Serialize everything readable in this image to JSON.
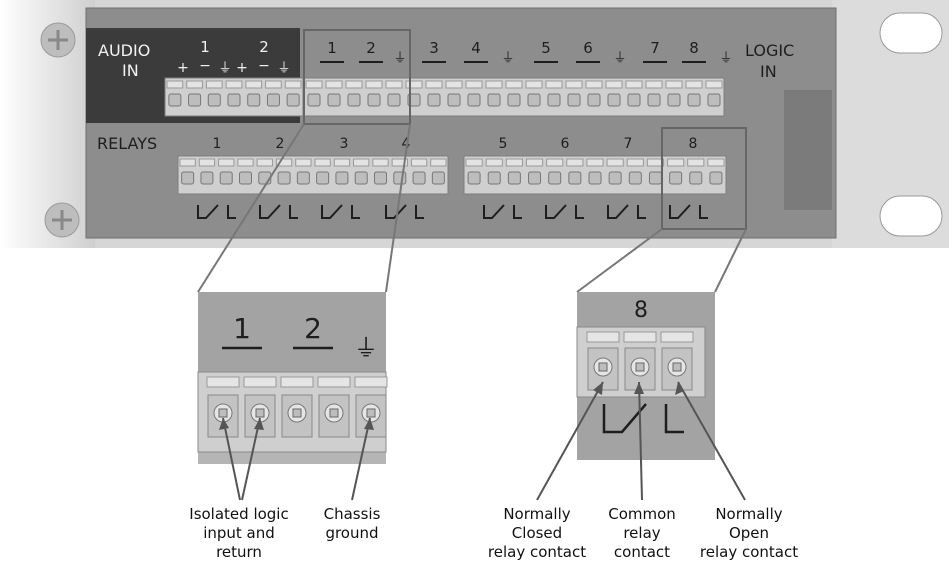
{
  "panel": {
    "audio_in_label": "AUDIO\nIN",
    "logic_in_label": "LOGIC\nIN",
    "relays_label": "RELAYS",
    "audio_channels": [
      {
        "num": "1",
        "plus": "+",
        "minus": "−",
        "gnd": "⏚"
      },
      {
        "num": "2",
        "plus": "+",
        "minus": "−",
        "gnd": "⏚"
      }
    ],
    "logic_channels": [
      "1",
      "2",
      "3",
      "4",
      "5",
      "6",
      "7",
      "8"
    ],
    "relay_numbers": [
      "1",
      "2",
      "3",
      "4",
      "5",
      "6",
      "7",
      "8"
    ],
    "ground_symbol": "⏚"
  },
  "zoom_logic": {
    "numbers": [
      "1",
      "2"
    ],
    "ground_symbol": "⏚"
  },
  "zoom_relay": {
    "number": "8"
  },
  "callouts": {
    "isolated_logic": "Isolated logic\ninput and\nreturn",
    "chassis_ground": "Chassis\nground",
    "normally_closed": "Normally\nClosed\nrelay contact",
    "common": "Common\nrelay\ncontact",
    "normally_open": "Normally\nOpen\nrelay contact"
  },
  "colors": {
    "panel_face": "#8d8d8d",
    "panel_dark": "#3b3b3b",
    "terminal": "#cfcfcf",
    "zoom_bg": "#a3a3a3"
  }
}
